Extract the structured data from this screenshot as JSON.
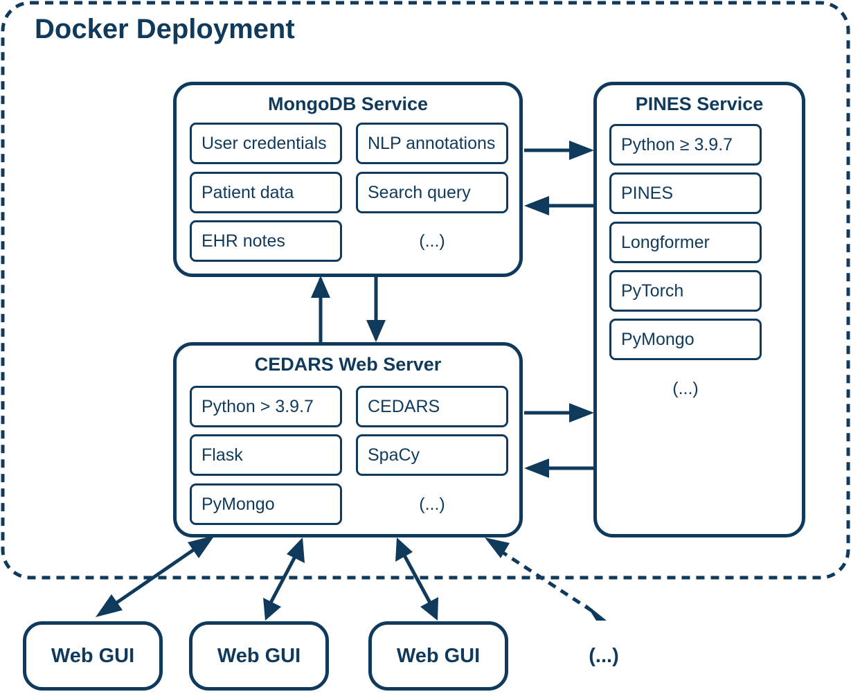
{
  "title": "Docker Deployment",
  "colors": {
    "stroke": "#0f3a5c",
    "background": "#ffffff"
  },
  "mongodb": {
    "title": "MongoDB Service",
    "items": [
      "User credentials",
      "NLP annotations",
      "Patient data",
      "Search query",
      "EHR notes"
    ],
    "ellipsis": "(...)"
  },
  "pines": {
    "title": "PINES Service",
    "items": [
      "Python ≥ 3.9.7",
      "PINES",
      "Longformer",
      "PyTorch",
      "PyMongo"
    ],
    "ellipsis": "(...)"
  },
  "cedars": {
    "title": "CEDARS Web Server",
    "items": [
      "Python > 3.9.7",
      "CEDARS",
      "Flask",
      "SpaCy",
      "PyMongo"
    ],
    "ellipsis": "(...)"
  },
  "clients": {
    "items": [
      "Web GUI",
      "Web GUI",
      "Web GUI"
    ],
    "ellipsis": "(...)"
  }
}
